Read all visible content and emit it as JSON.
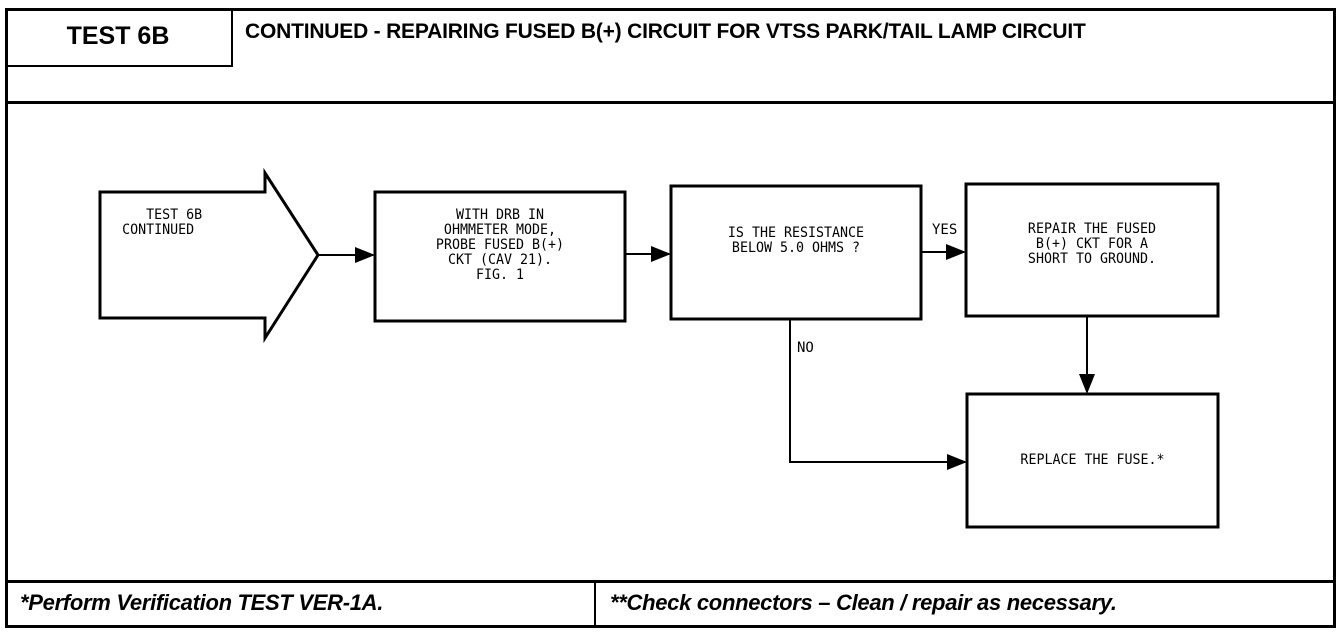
{
  "header": {
    "test_label": "TEST 6B",
    "title": "CONTINUED - REPAIRING FUSED B(+) CIRCUIT FOR VTSS PARK/TAIL LAMP CIRCUIT"
  },
  "flowchart": {
    "entry": {
      "text": "   TEST 6B\nCONTINUED"
    },
    "step1": {
      "text": "WITH DRB IN\nOHMMETER MODE,\nPROBE FUSED B(+)\nCKT (CAV 21).\nFIG. 1"
    },
    "decision": {
      "text": "IS THE RESISTANCE\nBELOW 5.0 OHMS ?"
    },
    "yes_action": {
      "text": "REPAIR THE FUSED\nB(+) CKT FOR A\nSHORT TO GROUND."
    },
    "final_action": {
      "text": "REPLACE THE FUSE.*"
    },
    "labels": {
      "yes": "YES",
      "no": "NO"
    }
  },
  "footer": {
    "note_left": "*Perform Verification TEST VER-1A.",
    "note_right": "**Check connectors – Clean / repair as necessary."
  }
}
